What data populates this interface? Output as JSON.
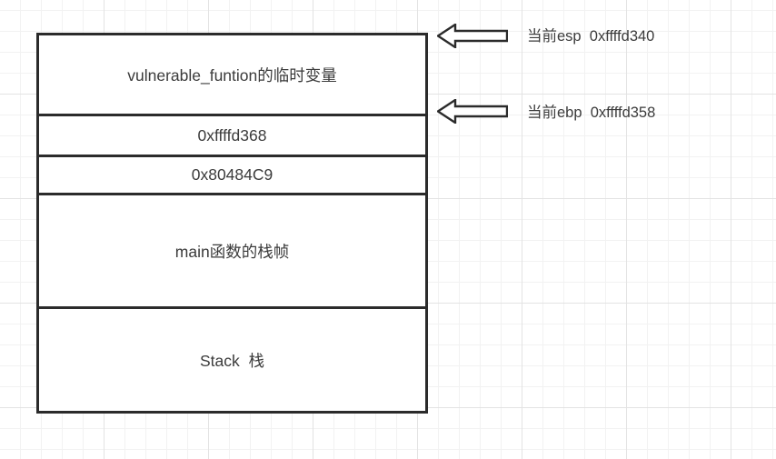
{
  "diagram": {
    "title": "stack-frame-diagram",
    "border_color": "#2b2b2b",
    "text_color": "#3b3b3b",
    "grid_color": "#e3e3e3",
    "background_color": "#ffffff",
    "stack_cells": [
      {
        "id": "temp-vars",
        "label": "vulnerable_funtion的临时变量"
      },
      {
        "id": "saved-ebp",
        "label": "0xffffd368"
      },
      {
        "id": "return-addr",
        "label": "0x80484C9"
      },
      {
        "id": "main-frame",
        "label": "main函数的栈帧"
      },
      {
        "id": "stack-base",
        "label": "Stack  栈"
      }
    ],
    "pointers": [
      {
        "id": "esp",
        "register": "当前esp",
        "address": "0xffffd340",
        "text": "当前esp  0xffffd340",
        "arrow": "left-arrow-icon"
      },
      {
        "id": "ebp",
        "register": "当前ebp",
        "address": "0xffffd358",
        "text": "当前ebp  0xffffd358",
        "arrow": "left-arrow-icon"
      }
    ]
  }
}
